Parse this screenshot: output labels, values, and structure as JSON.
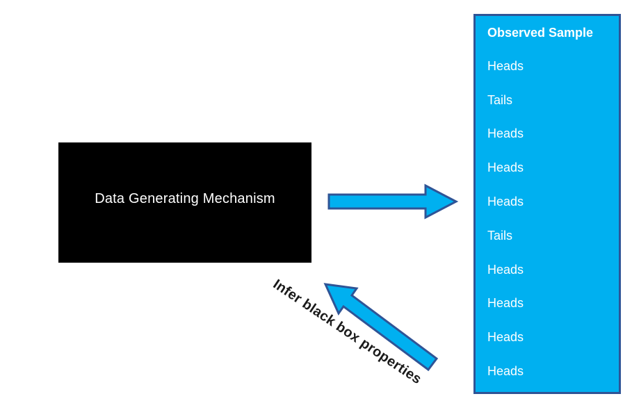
{
  "diagram": {
    "black_box": {
      "label": "Data Generating Mechanism"
    },
    "observed_sample": {
      "title": "Observed Sample",
      "items": [
        "Heads",
        "Tails",
        "Heads",
        "Heads",
        "Heads",
        "Tails",
        "Heads",
        "Heads",
        "Heads",
        "Heads"
      ]
    },
    "infer_label": {
      "text": "Infer black box properties"
    },
    "colors": {
      "box_fill": "#00B0F0",
      "box_border": "#2F5496",
      "arrow_fill": "#00B0F0",
      "arrow_stroke": "#2F5496",
      "black_box_fill": "#000000",
      "black_box_text": "#FFFFFF",
      "sample_text": "#FFFFFF",
      "infer_text": "#1A1A1A",
      "background": "#FFFFFF"
    }
  }
}
